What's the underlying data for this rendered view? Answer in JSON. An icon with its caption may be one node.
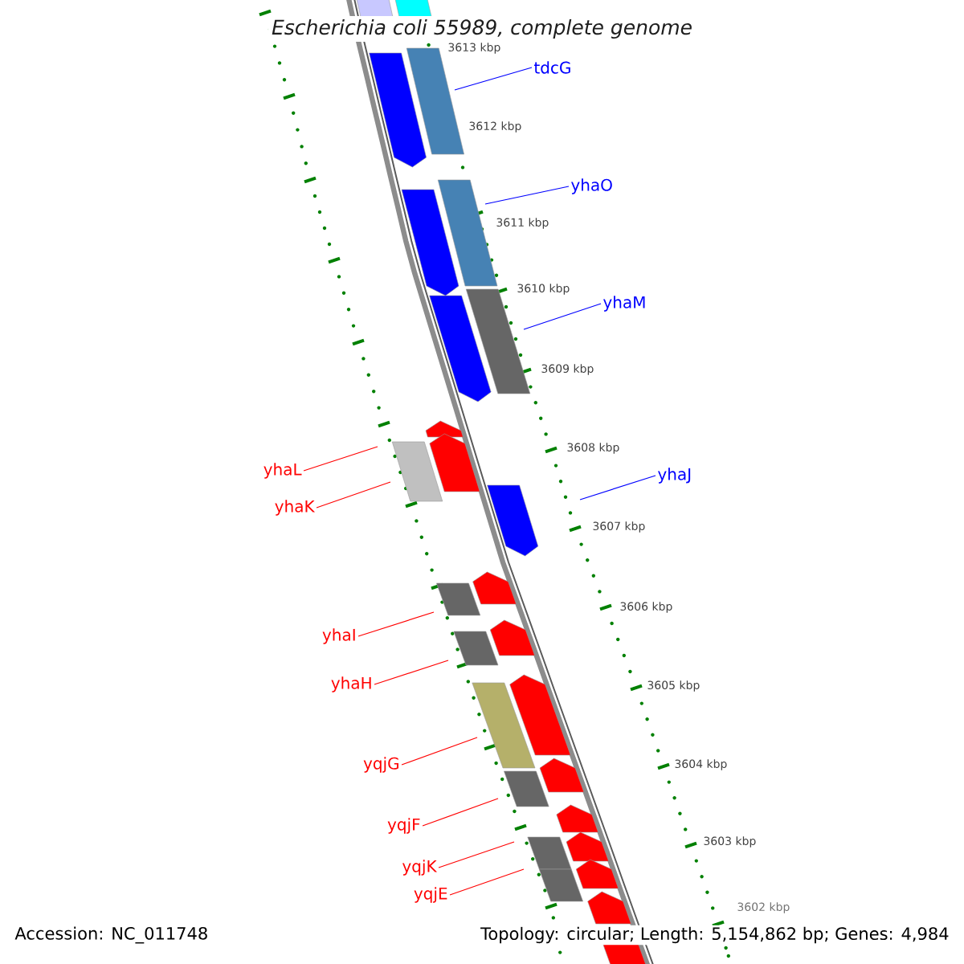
{
  "diagram": {
    "title": "Escherichia coli 55989, complete genome",
    "nodes": [
      {
        "text": [
          "tdcG"
        ]
      },
      {
        "text": [
          "yhaO"
        ]
      },
      {
        "text": [
          "yhaM"
        ]
      },
      {
        "text": [
          "yhaL"
        ]
      },
      {
        "text": [
          "yhaJ"
        ]
      },
      {
        "text": [
          "yhaK"
        ]
      },
      {
        "text": [
          "yhaI"
        ]
      },
      {
        "text": [
          "yhaH"
        ]
      },
      {
        "text": [
          "yqjG"
        ]
      },
      {
        "text": [
          "yqjF"
        ]
      },
      {
        "text": [
          "yqjK"
        ]
      },
      {
        "text": [
          "yqjE"
        ]
      }
    ],
    "edges": [
      {
        "from": 0,
        "to": null,
        "arrow": "none",
        "color": "#0000ff"
      },
      {
        "from": 1,
        "to": null,
        "arrow": "none",
        "color": "#0000ff"
      },
      {
        "from": 2,
        "to": null,
        "arrow": "none",
        "color": "#0000ff"
      },
      {
        "from": 3,
        "to": null,
        "arrow": "none"
      },
      {
        "from": 4,
        "to": null,
        "arrow": "none",
        "color": "#0000ff"
      },
      {
        "from": 5,
        "to": null,
        "arrow": "none"
      },
      {
        "from": 6,
        "to": null,
        "arrow": "none"
      },
      {
        "from": 7,
        "to": null,
        "arrow": "none"
      },
      {
        "from": 8,
        "to": null,
        "arrow": "none"
      },
      {
        "from": 9,
        "to": null,
        "arrow": "none"
      },
      {
        "from": 10,
        "to": null,
        "arrow": "none"
      },
      {
        "from": 11,
        "to": null,
        "arrow": "none"
      }
    ],
    "labels": [
      "3613 kbp",
      "3612 kbp",
      "3611 kbp",
      "3610 kbp",
      "3609 kbp",
      "3608 kbp",
      "3607 kbp",
      "3606 kbp",
      "3605 kbp",
      "3604 kbp",
      "3603 kbp",
      "3602 kbp",
      "Accession: NC_011748",
      "Topology: circular; Length: 5,154,862 bp; Genes: 4,984"
    ]
  }
}
